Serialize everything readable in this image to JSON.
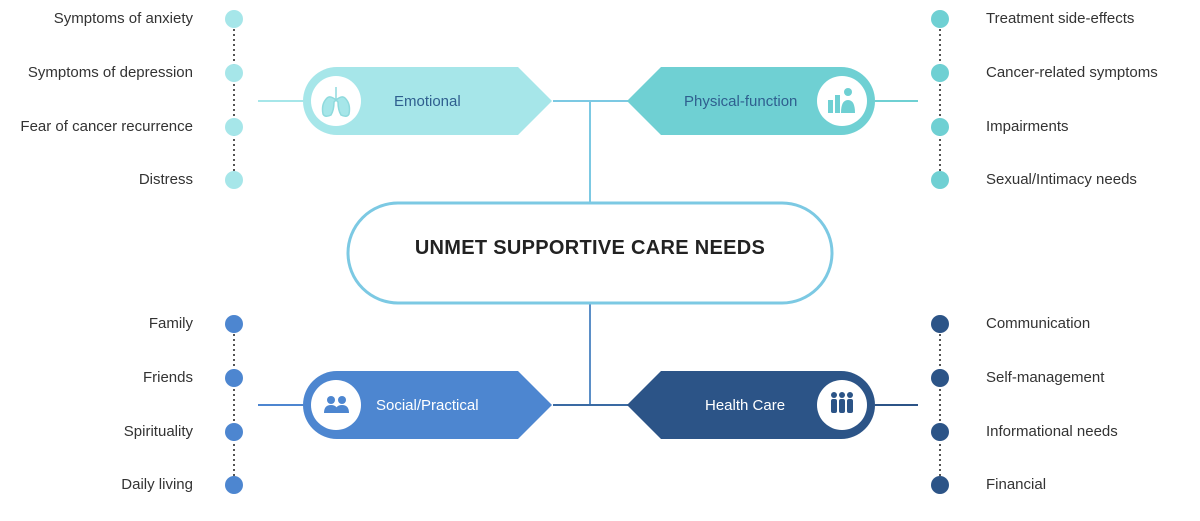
{
  "center": {
    "title": "UNMET SUPPORTIVE CARE NEEDS"
  },
  "colors": {
    "emotional": "#a6e6e9",
    "physical": "#6fd0d3",
    "social": "#4d86d0",
    "healthcare": "#2c5487",
    "center_border": "#7cc9e3",
    "emotional_dot": "#a6e6e9",
    "physical_dot": "#6fd0d3",
    "social_dot": "#4d86d0",
    "healthcare_dot": "#2c5487"
  },
  "categories": {
    "emotional": {
      "label": "Emotional",
      "icon": "lungs-icon",
      "items": [
        "Symptoms of anxiety",
        "Symptoms of depression",
        "Fear of cancer recurrence",
        "Distress"
      ]
    },
    "physical": {
      "label": "Physical-function",
      "icon": "people-chart-icon",
      "items": [
        "Treatment side-effects",
        "Cancer-related symptoms",
        "Impairments",
        "Sexual/Intimacy needs"
      ]
    },
    "social": {
      "label": "Social/Practical",
      "icon": "people-icon",
      "items": [
        "Family",
        "Friends",
        "Spirituality",
        "Daily living"
      ]
    },
    "healthcare": {
      "label": "Health Care",
      "icon": "medical-team-icon",
      "items": [
        "Communication",
        "Self-management",
        "Informational needs",
        "Financial"
      ]
    }
  }
}
